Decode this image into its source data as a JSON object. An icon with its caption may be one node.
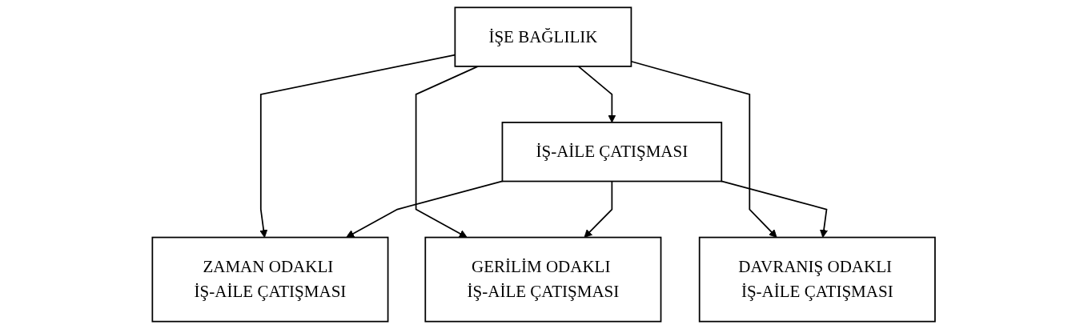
{
  "diagram": {
    "nodes": [
      {
        "text": [
          "İŞE BAĞLILIK"
        ]
      },
      {
        "text": [
          "İŞ-AİLE ÇATIŞMASI"
        ]
      },
      {
        "text": [
          "ZAMAN ODAKLI İŞ-AİLE ÇATIŞMASI"
        ]
      },
      {
        "text": [
          "GERİLİM ODAKLI İŞ-AİLE ÇATIŞMASI"
        ]
      },
      {
        "text": [
          "DAVRANIŞ ODAKLI İŞ-AİLE ÇATIŞMASI"
        ]
      }
    ],
    "edges": [
      {
        "from": 0,
        "to": 1,
        "arrow": "to"
      },
      {
        "from": 0,
        "to": 4,
        "arrow": "to"
      },
      {
        "from": 0,
        "to": 2,
        "arrow": "to"
      },
      {
        "from": 0,
        "to": 3,
        "arrow": "to"
      },
      {
        "from": 1,
        "to": 2,
        "arrow": "to"
      },
      {
        "from": 1,
        "to": 3,
        "arrow": "to"
      },
      {
        "from": 1,
        "to": 4,
        "arrow": "to"
      }
    ]
  }
}
